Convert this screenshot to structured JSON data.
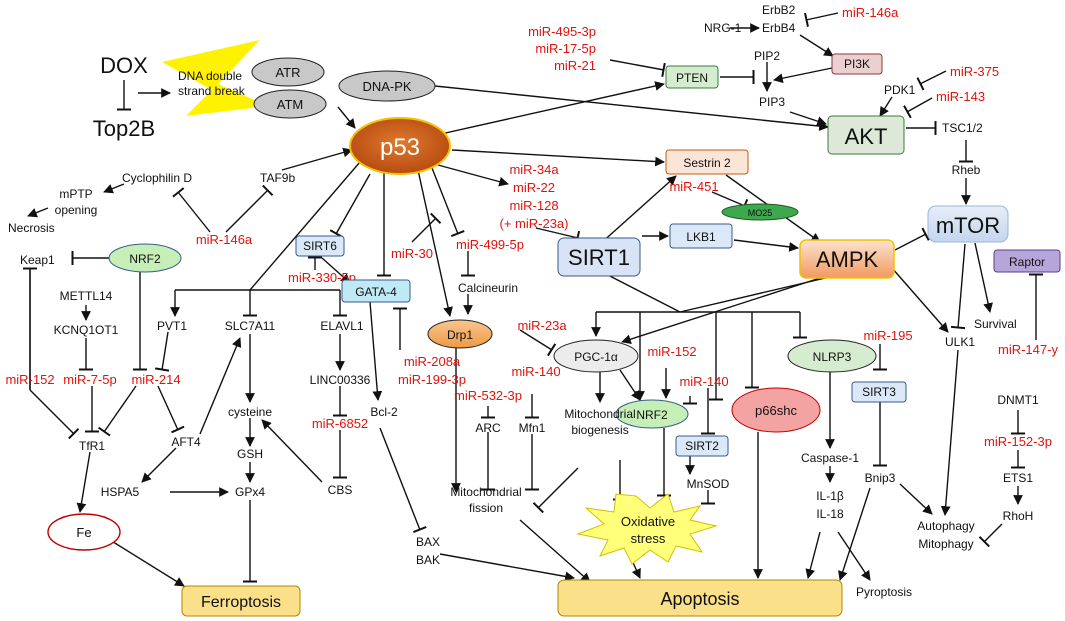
{
  "labels": {
    "dox": "DOX",
    "top2b": "Top2B",
    "dna_break_1": "DNA double",
    "dna_break_2": "strand break",
    "atr": "ATR",
    "atm": "ATM",
    "dnapk": "DNA-PK",
    "p53": "p53",
    "nrg1": "NRG-1",
    "erbb2": "ErbB2",
    "erbb4": "ErbB4",
    "pi3k": "PI3K",
    "pten": "PTEN",
    "pip2": "PIP2",
    "pip3": "PIP3",
    "pdk1": "PDK1",
    "akt": "AKT",
    "tsc12": "TSC1/2",
    "rheb": "Rheb",
    "mtor": "mTOR",
    "raptor": "Raptor",
    "survival": "Survival",
    "ulk1": "ULK1",
    "sestrin2": "Sestrin 2",
    "mo25": "MO25",
    "lkb1": "LKB1",
    "sirt1": "SIRT1",
    "ampk": "AMPK",
    "cyclophilin_d": "Cyclophilin D",
    "taf9b": "TAF9b",
    "mptp_1": "mPTP",
    "mptp_2": "opening",
    "necrosis": "Necrosis",
    "keap1": "Keap1",
    "nrf2_left": "NRF2",
    "mettl14": "METTL14",
    "kcnq1ot1": "KCNQ1OT1",
    "tfr1": "TfR1",
    "fe": "Fe",
    "sirt6": "SIRT6",
    "gata4": "GATA-4",
    "pvt1": "PVT1",
    "slc7a11": "SLC7A11",
    "elavl1": "ELAVL1",
    "linc00336": "LINC00336",
    "aft4": "AFT4",
    "hspa5": "HSPA5",
    "cysteine": "cysteine",
    "gsh": "GSH",
    "gpx4": "GPx4",
    "cbs": "CBS",
    "bcl2": "Bcl-2",
    "bax": "BAX",
    "bak": "BAK",
    "ferroptosis": "Ferroptosis",
    "apoptosis": "Apoptosis",
    "calcineurin": "Calcineurin",
    "drp1": "Drp1",
    "arc": "ARC",
    "mfn1": "Mfn1",
    "mito_fission_1": "Mitochondrial",
    "mito_fission_2": "fission",
    "pgc1a": "PGC-1α",
    "nrf2_mid": "NRF2",
    "sirt2": "SIRT2",
    "mnsod": "MnSOD",
    "mito_bio_1": "Mitochondrial",
    "mito_bio_2": "biogenesis",
    "ox_1": "Oxidative",
    "ox_2": "stress",
    "p66shc": "p66shc",
    "nlrp3": "NLRP3",
    "caspase1": "Caspase-1",
    "il1b": "IL-1β",
    "il18": "IL-18",
    "pyroptosis": "Pyroptosis",
    "sirt3": "SIRT3",
    "bnip3": "Bnip3",
    "autophagy": "Autophagy",
    "mitophagy": "Mitophagy",
    "dnmt1": "DNMT1",
    "ets1": "ETS1",
    "rhoh": "RhoH"
  },
  "mirnas": {
    "mir495": "miR-495-3p",
    "mir17": "miR-17-5p",
    "mir21": "miR-21",
    "mir146a_top": "miR-146a",
    "mir375": "miR-375",
    "mir143": "miR-143",
    "mir34a": "miR-34a",
    "mir22": "miR-22",
    "mir128": "miR-128",
    "mir23a_paren": "(+ miR-23a)",
    "mir451": "miR-451",
    "mir146a_mid": "miR-146a",
    "mir330": "miR-330-5p",
    "mir30": "miR-30",
    "mir499": "miR-499-5p",
    "mir152_left": "miR-152",
    "mir7": "miR-7-5p",
    "mir214": "miR-214",
    "mir6852": "miR-6852",
    "mir208a": "miR-208a",
    "mir199": "miR-199-3p",
    "mir23a": "miR-23a",
    "mir140_a": "miR-140",
    "mir532": "miR-532-3p",
    "mir152_mid": "miR-152",
    "mir140_b": "miR-140",
    "mir195": "miR-195",
    "mir147y": "miR-147-y",
    "mir152_3p": "miR-152-3p"
  },
  "colors": {
    "mirna": "#e3120b",
    "p53_fill": "#c85a17",
    "p53_stroke": "#f2c100",
    "grey_node": "#c8c8c8",
    "pten_fill": "#d6ecd0",
    "pi3k_fill": "#ead0d0",
    "akt_fill": "#dde8d8",
    "sestrin_fill": "#fbe5d6",
    "mo25_fill": "#3ea84e",
    "lkb1_fill": "#dbe8f7",
    "sirt1_fill": "#d8e3f6",
    "ampk_fill": "#f4b183",
    "mtor_fill": "#d5e1f3",
    "raptor_fill": "#b6a5d9",
    "nrf2_fill": "#c6efb7",
    "sirt6_fill": "#dbe8f7",
    "gata4_fill": "#bfe9f5",
    "drp1_fill": "#f0a352",
    "pgc_fill": "#ececec",
    "sirt2_fill": "#dbe8f7",
    "p66_fill": "#f4a3a3",
    "nlrp3_fill": "#d6ecd0",
    "sirt3_fill": "#dbe8f7",
    "outcome_fill": "#fbe08a",
    "ox_fill": "#ffff7a"
  }
}
